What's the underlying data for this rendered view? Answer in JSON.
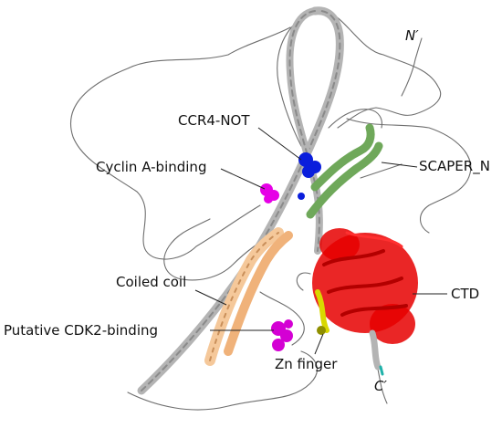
{
  "labels": {
    "n_terminus": "N′",
    "c_terminus": "C′",
    "ccr4_not": "CCR4-NOT",
    "cyclin_a_binding": "Cyclin A-binding",
    "scaper_n": "SCAPER_N",
    "coiled_coil": "Coiled coil",
    "ctd": "CTD",
    "putative_cdk2_binding": "Putative CDK2-binding",
    "zn_finger": "Zn finger"
  },
  "colors": {
    "backbone_helix": "#b4b4b4",
    "coil_loop": "#6e6e6e",
    "ccr4_not_region": "#0a1edc",
    "cyclin_a_region": "#e600e6",
    "cdk2_region": "#d400d4",
    "scaper_n_domain": "#6fa85a",
    "coiled_coil_region": "#f5c89a",
    "ctd_domain": "#e60000",
    "zn_finger_region": "#d8d800"
  }
}
